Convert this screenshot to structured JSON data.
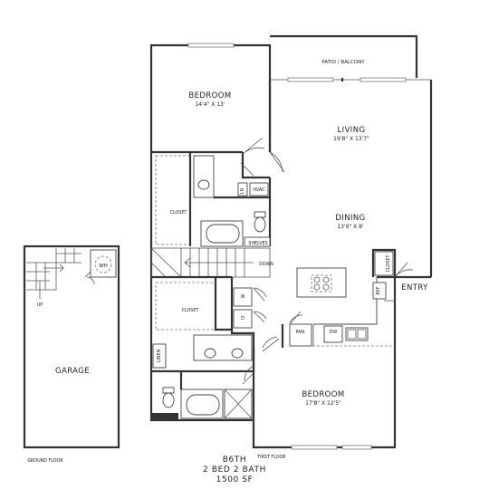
{
  "rooms": {
    "bedroom_upper": {
      "name": "BEDROOM",
      "dims": "14'4\" X 13'"
    },
    "living": {
      "name": "LIVING",
      "dims": "19'8\" X 13'7\""
    },
    "dining": {
      "name": "DINING",
      "dims": "13'9\" X 8'"
    },
    "bedroom_lower": {
      "name": "BEDROOM",
      "dims": "17'8\" X 12'5\""
    },
    "garage": {
      "name": "GARAGE"
    },
    "patio": {
      "name": "PATIO / BALCONY"
    }
  },
  "labels": {
    "closet_upper": "CLOSET",
    "closet_lower": "CLOSET",
    "closet_entry": "CLOSET",
    "shelves": "SHELVES",
    "down": "DOWN",
    "up": "UP",
    "entry": "ENTRY",
    "wh": "WH",
    "linen": "LINEN",
    "pan": "PAN.",
    "dw": "DW",
    "ref": "REF",
    "washer": "W",
    "dryer": "D",
    "ln": "LN",
    "hvac": "HVAC"
  },
  "floors": {
    "ground": "GROUND FLOOR",
    "first": "FIRST FLOOR"
  },
  "plan": {
    "code": "B6TH",
    "beds_baths": "2 BED 2 BATH",
    "area": "1500 SF"
  }
}
